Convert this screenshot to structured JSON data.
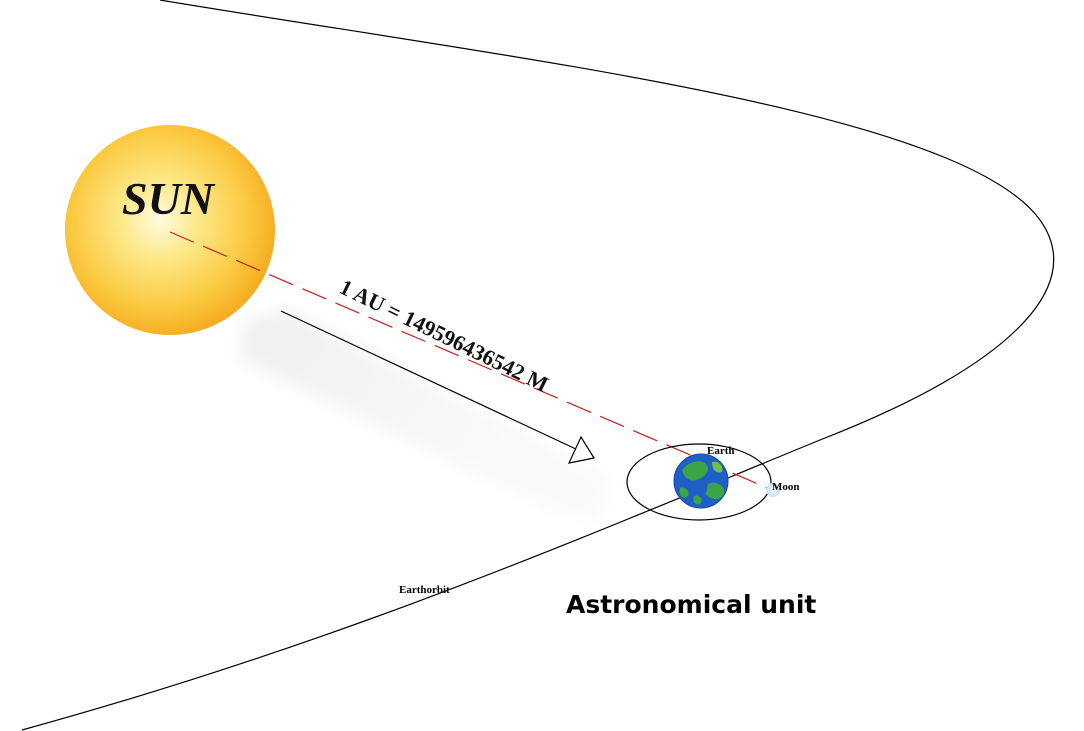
{
  "diagram": {
    "title": "Astronomical unit",
    "labels": {
      "sun": "SUN",
      "distance": "1 AU = 149596436542 M",
      "earth": "Earth",
      "moon": "Moon",
      "earth_orbit": "Earthorbit"
    },
    "colors": {
      "sun_core": "#fdf3b8",
      "sun_mid": "#fbd25a",
      "sun_edge": "#f2a81c",
      "distance_line": "#c8201c",
      "earth_ocean": "#1f5fc8",
      "earth_land": "#3aa544",
      "moon": "#dcebf7",
      "orbit_line": "#000000"
    }
  }
}
